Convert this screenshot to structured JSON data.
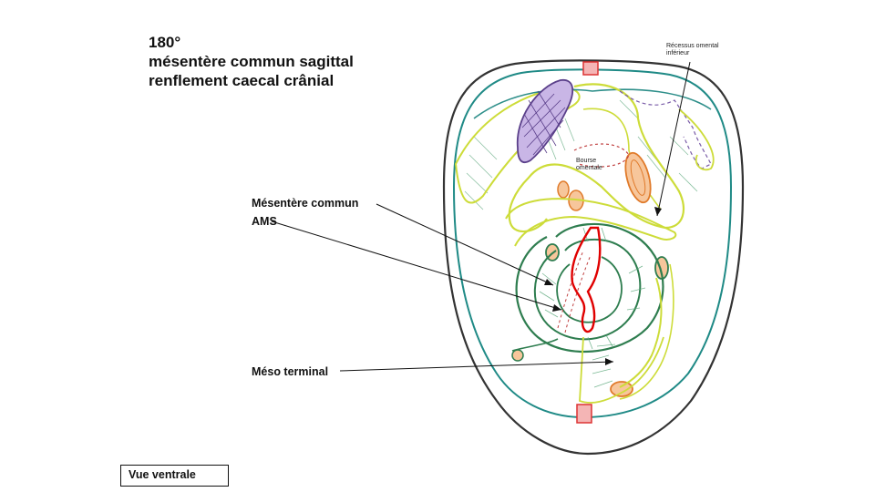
{
  "title": {
    "line1": "180°",
    "line2": "mésentère commun sagittal",
    "line3": "renflement caecal crânial"
  },
  "labels": {
    "mesentere_commun": "Mésentère commun",
    "ams": "AMS",
    "meso_terminal": "Méso terminal",
    "recessus_line1": "Récessus  omental",
    "recessus_line2": "inférieur",
    "bourse_line1": "Bourse",
    "bourse_line2": "omentale"
  },
  "view_label": "Vue ventrale",
  "colors": {
    "outer_contour": "#333333",
    "peritoneum": "#1f8a86",
    "mesentery_green": "#2e7d4f",
    "yellow_green": "#cddc39",
    "red_vessel": "#e00000",
    "purple": "#7a5ca8",
    "orange": "#e07a2a",
    "pink": "#e8606a"
  }
}
